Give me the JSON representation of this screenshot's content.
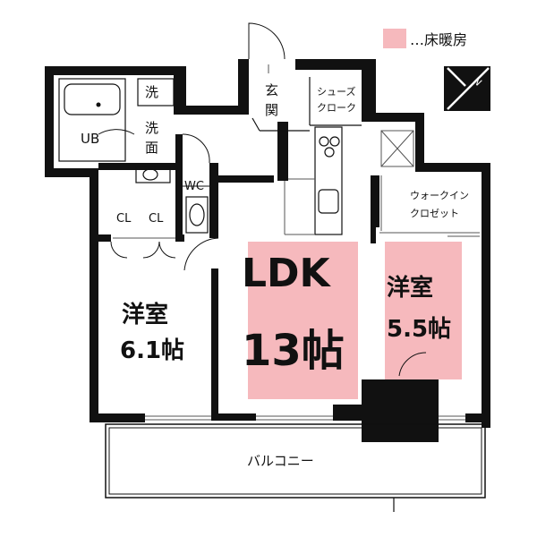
{
  "legend": {
    "label": "…床暖房",
    "color": "#f6b9bd"
  },
  "rooms": {
    "ub": "UB",
    "wash1": "洗",
    "wash2": "洗\n面",
    "genkan": "玄\n関",
    "shoes": "シューズ\nクローク",
    "wc": "WC",
    "cl1": "CL",
    "cl2": "CL",
    "walkin": "ウォークイン\nクロゼット",
    "yoshitsu1_name": "洋室",
    "yoshitsu1_size": "6.1帖",
    "ldk_name": "LDK",
    "ldk_size": "13帖",
    "yoshitsu2_name": "洋室",
    "yoshitsu2_size": "5.5帖",
    "balcony": "バルコニー"
  },
  "compass": {
    "label": "N"
  },
  "colors": {
    "floor_heating": "#f6b9bd",
    "wall": "#111111"
  }
}
